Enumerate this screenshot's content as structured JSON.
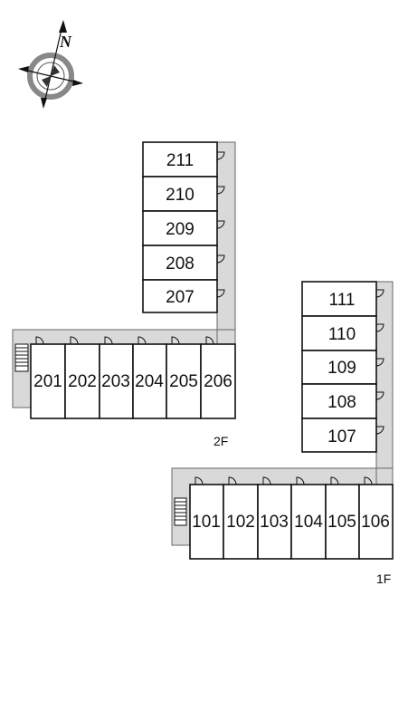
{
  "compass": {
    "north_label": "N",
    "icon": "compass-rose-icon"
  },
  "floors": [
    {
      "label": "2F",
      "vertical_rooms": [
        "211",
        "210",
        "209",
        "208",
        "207"
      ],
      "horizontal_rooms": [
        "201",
        "202",
        "203",
        "204",
        "205",
        "206"
      ]
    },
    {
      "label": "1F",
      "vertical_rooms": [
        "111",
        "110",
        "109",
        "108",
        "107"
      ],
      "horizontal_rooms": [
        "101",
        "102",
        "103",
        "104",
        "105",
        "106"
      ]
    }
  ],
  "colors": {
    "corridor": "#d9d9d9",
    "wall": "#111111",
    "background": "#ffffff"
  }
}
